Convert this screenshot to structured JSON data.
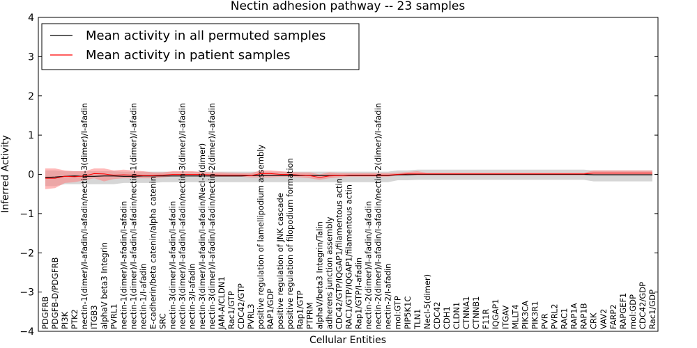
{
  "chart_data": {
    "type": "line",
    "title": "Nectin adhesion pathway -- 23 samples",
    "xlabel": "Cellular Entities",
    "ylabel": "Inferred Activity",
    "ylim": [
      -4,
      4
    ],
    "yticks": [
      "−4",
      "−3",
      "−2",
      "−1",
      "0",
      "1",
      "2",
      "3",
      "4"
    ],
    "grid": false,
    "legend_position": "top-left",
    "colors": {
      "permuted": "#000000",
      "permuted_band": "#c8c8c8",
      "patient": "#ff0000",
      "patient_band": "#ff8080"
    },
    "categories": [
      "PDGFRB",
      "PDGFB-D/PDGFRB",
      "PI3K",
      "PTK2",
      "nectin-1(dimer)/I-afadin/I-afadin/nectin-3(dimer)/I-afadin",
      "ITGB3",
      "alphaV beta3 Integrin",
      "PVRL1",
      "nectin-1(dimer)/I-afadin/I-afadin",
      "nectin-1(dimer)/I-afadin/I-afadin/nectin-1(dimer)/I-afadin",
      "nectin-1/I-afadin",
      "E-cadherin/beta catenin/alpha catenin",
      "SRC",
      "nectin-3(dimer)/I-afadin/I-afadin",
      "nectin-3(dimer)/I-afadin/I-afadin/nectin-3(dimer)/I-afadin",
      "nectin-3/I-afadin",
      "nectin-3(dimer)/I-afadin/I-afadin/Necl-5(dimer)",
      "nectin-3(dimer)/I-afadin/I-afadin/nectin-2(dimer)/I-afadin",
      "JAM-A/CLDN1",
      "Rac1/GTP",
      "CDC42/GTP",
      "PVRL3",
      "positive regulation of lamellipodium assembly",
      "RAP1/GDP",
      "positive regulation of JNK cascade",
      "positive regulation of filopodium formation",
      "Rap1/GTP",
      "PTPRM",
      "alphaV/beta3 Integrin/Talin",
      "adherens junction assembly",
      "CDC42/GTP/IQGAP1/filamentous actin",
      "RAC1/GTP/IQGAP1/filamentous actin",
      "Rap1/GTP/I-afadin",
      "nectin-2(dimer)/I-afadin/I-afadin",
      "nectin-2(dimer)/I-afadin/I-afadin/nectin-2(dimer)/I-afadin",
      "nectin-2/I-afadin",
      "mol:GTP",
      "PIP5K1C",
      "TLN1",
      "Necl-5(dimer)",
      "CDC42",
      "CDH1",
      "CLDN1",
      "CTNNA1",
      "CTNNB1",
      "F11R",
      "IQGAP1",
      "ITGAV",
      "MLLT4",
      "PIK3CA",
      "PIK3R1",
      "PVR",
      "PVRL2",
      "RAC1",
      "RAP1A",
      "RAP1B",
      "CRK",
      "VAV2",
      "FARP2",
      "RAPGEF1",
      "mol:GDP",
      "CDC42/GDP",
      "Rac1/GDP"
    ],
    "series": [
      {
        "name": "Mean activity in all permuted samples",
        "values": [
          -0.08,
          -0.07,
          -0.05,
          -0.04,
          -0.05,
          -0.05,
          -0.04,
          -0.04,
          -0.05,
          -0.05,
          -0.04,
          -0.04,
          -0.04,
          -0.04,
          -0.04,
          -0.04,
          -0.04,
          -0.04,
          -0.04,
          -0.04,
          -0.04,
          -0.03,
          -0.03,
          -0.03,
          -0.03,
          -0.03,
          -0.03,
          -0.03,
          -0.03,
          -0.03,
          -0.03,
          -0.03,
          -0.03,
          -0.03,
          -0.03,
          -0.03,
          -0.01,
          -0.01,
          0,
          0,
          0,
          0,
          0,
          0,
          0,
          0,
          0,
          0,
          0,
          0,
          0,
          0,
          0,
          0,
          0,
          0,
          -0.01,
          -0.01,
          -0.01,
          -0.01,
          -0.01,
          -0.01,
          -0.01
        ],
        "lower": [
          -0.3,
          -0.3,
          -0.25,
          -0.25,
          -0.25,
          -0.25,
          -0.25,
          -0.25,
          -0.22,
          -0.22,
          -0.22,
          -0.22,
          -0.2,
          -0.2,
          -0.2,
          -0.2,
          -0.2,
          -0.2,
          -0.2,
          -0.2,
          -0.2,
          -0.2,
          -0.2,
          -0.2,
          -0.2,
          -0.2,
          -0.2,
          -0.2,
          -0.2,
          -0.2,
          -0.2,
          -0.2,
          -0.2,
          -0.2,
          -0.2,
          -0.2,
          -0.15,
          -0.15,
          -0.14,
          -0.14,
          -0.14,
          -0.14,
          -0.14,
          -0.14,
          -0.14,
          -0.14,
          -0.14,
          -0.14,
          -0.14,
          -0.14,
          -0.14,
          -0.14,
          -0.14,
          -0.14,
          -0.14,
          -0.14,
          -0.18,
          -0.18,
          -0.18,
          -0.18,
          -0.18,
          -0.18,
          -0.18
        ],
        "upper": [
          0.1,
          0.1,
          0.08,
          0.08,
          0.08,
          0.08,
          0.08,
          0.08,
          0.07,
          0.07,
          0.07,
          0.07,
          0.07,
          0.07,
          0.07,
          0.07,
          0.07,
          0.07,
          0.07,
          0.07,
          0.07,
          0.07,
          0.07,
          0.07,
          0.07,
          0.07,
          0.07,
          0.07,
          0.07,
          0.07,
          0.07,
          0.07,
          0.07,
          0.07,
          0.07,
          0.07,
          0.1,
          0.1,
          0.12,
          0.12,
          0.12,
          0.12,
          0.12,
          0.12,
          0.12,
          0.12,
          0.12,
          0.12,
          0.12,
          0.12,
          0.12,
          0.12,
          0.12,
          0.12,
          0.12,
          0.12,
          0.1,
          0.1,
          0.1,
          0.1,
          0.1,
          0.1,
          0.1
        ]
      },
      {
        "name": "Mean activity in patient samples",
        "values": [
          -0.1,
          -0.1,
          -0.05,
          -0.06,
          -0.04,
          0.02,
          0.01,
          -0.02,
          -0.01,
          -0.02,
          -0.03,
          -0.03,
          -0.02,
          0,
          0,
          0,
          0,
          -0.01,
          -0.02,
          -0.02,
          -0.02,
          -0.03,
          0.02,
          0.02,
          0,
          0,
          -0.02,
          -0.03,
          -0.08,
          -0.04,
          -0.03,
          -0.02,
          -0.02,
          -0.02,
          -0.02,
          -0.02,
          0,
          0.01,
          0.01,
          0.01,
          0.01,
          0.01,
          0.01,
          0.01,
          0.01,
          0.01,
          0.01,
          0.01,
          0.01,
          0.01,
          0.01,
          0.01,
          0.01,
          0.01,
          0.01,
          0.01,
          0.03,
          0.03,
          0.03,
          0.03,
          0.03,
          0.03,
          0.03
        ],
        "lower": [
          -0.38,
          -0.35,
          -0.22,
          -0.2,
          -0.15,
          -0.1,
          -0.18,
          -0.12,
          -0.1,
          -0.1,
          -0.1,
          -0.1,
          -0.08,
          -0.05,
          -0.05,
          -0.05,
          -0.05,
          -0.06,
          -0.06,
          -0.06,
          -0.06,
          -0.08,
          -0.08,
          -0.08,
          -0.06,
          -0.06,
          -0.08,
          -0.1,
          -0.14,
          -0.1,
          -0.08,
          -0.06,
          -0.06,
          -0.06,
          -0.06,
          -0.06,
          -0.03,
          -0.02,
          -0.02,
          -0.02,
          -0.02,
          -0.02,
          -0.02,
          -0.02,
          -0.02,
          -0.02,
          -0.02,
          -0.02,
          -0.02,
          -0.02,
          -0.02,
          -0.02,
          -0.02,
          -0.02,
          -0.02,
          -0.02,
          -0.02,
          -0.02,
          -0.02,
          -0.02,
          -0.02,
          -0.02,
          -0.02
        ],
        "upper": [
          0.15,
          0.15,
          0.1,
          0.08,
          0.08,
          0.15,
          0.15,
          0.1,
          0.12,
          0.1,
          0.08,
          0.05,
          0.05,
          0.08,
          0.08,
          0.08,
          0.06,
          0.05,
          0.05,
          0.04,
          0.03,
          0.03,
          0.1,
          0.1,
          0.08,
          0.06,
          0.05,
          0.05,
          0.0,
          0.05,
          0.03,
          0.03,
          0.03,
          0.03,
          0.03,
          0.03,
          0.04,
          0.06,
          0.08,
          0.04,
          0.04,
          0.04,
          0.04,
          0.04,
          0.04,
          0.04,
          0.04,
          0.04,
          0.04,
          0.04,
          0.04,
          0.04,
          0.04,
          0.04,
          0.04,
          0.04,
          0.1,
          0.1,
          0.1,
          0.1,
          0.1,
          0.1,
          0.1
        ]
      }
    ]
  }
}
